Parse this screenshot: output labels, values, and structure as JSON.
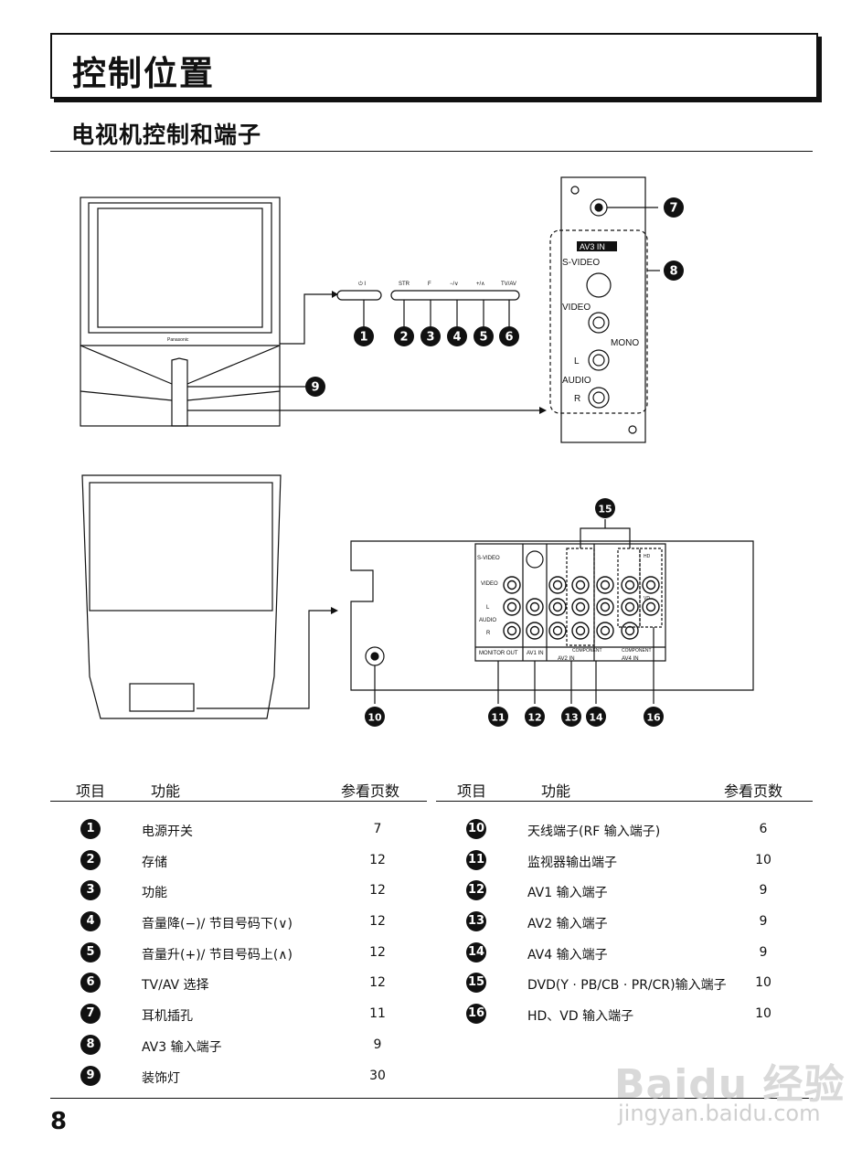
{
  "page_title": "控制位置",
  "section_title": "电视机控制和端子",
  "front_panel_labels": [
    "⏻ I",
    "STR",
    "F",
    "−/∨",
    "+/∧",
    "TV/AV"
  ],
  "brand": "Panasonic",
  "av3_panel": {
    "title": "AV3  IN",
    "svideo": "S-VIDEO",
    "video": "VIDEO",
    "mono": "MONO",
    "l": "L",
    "audio": "AUDIO",
    "r": "R"
  },
  "rear_panel": {
    "svideo": "S-VIDEO",
    "video": "VIDEO",
    "l": "L",
    "audio": "AUDIO",
    "r": "R",
    "monitor_out": "MONITOR OUT",
    "av1_in": "AV1 IN",
    "av2_in": "AV2  IN",
    "av4_in": "AV4  IN",
    "component": "COMPONENT",
    "hd": "HD",
    "vd": "VD"
  },
  "callouts": [
    "1",
    "2",
    "3",
    "4",
    "5",
    "6",
    "7",
    "8",
    "9",
    "10",
    "11",
    "12",
    "13",
    "14",
    "15",
    "16"
  ],
  "table_headers": {
    "item": "项目",
    "function": "功能",
    "page": "参看页数"
  },
  "left_table": [
    {
      "no": "1",
      "function": "电源开关",
      "page": "7"
    },
    {
      "no": "2",
      "function": "存储",
      "page": "12"
    },
    {
      "no": "3",
      "function": "功能",
      "page": "12"
    },
    {
      "no": "4",
      "function": "音量降(−)/ 节目号码下(∨)",
      "page": "12"
    },
    {
      "no": "5",
      "function": "音量升(+)/ 节目号码上(∧)",
      "page": "12"
    },
    {
      "no": "6",
      "function": "TV/AV 选择",
      "page": "12"
    },
    {
      "no": "7",
      "function": "耳机插孔",
      "page": "11"
    },
    {
      "no": "8",
      "function": "AV3 输入端子",
      "page": "9"
    },
    {
      "no": "9",
      "function": "装饰灯",
      "page": "30"
    }
  ],
  "right_table": [
    {
      "no": "10",
      "function": "天线端子(RF 输入端子)",
      "page": "6"
    },
    {
      "no": "11",
      "function": "监视器输出端子",
      "page": "10"
    },
    {
      "no": "12",
      "function": "AV1 输入端子",
      "page": "9"
    },
    {
      "no": "13",
      "function": "AV2 输入端子",
      "page": "9"
    },
    {
      "no": "14",
      "function": "AV4 输入端子",
      "page": "9"
    },
    {
      "no": "15",
      "function": "DVD(Y · PB/CB · PR/CR)输入端子",
      "page": "10"
    },
    {
      "no": "16",
      "function": "HD、VD 输入端子",
      "page": "10"
    }
  ],
  "page_number": "8",
  "watermark": {
    "logo": "Baidu 经验",
    "url": "jingyan.baidu.com"
  }
}
